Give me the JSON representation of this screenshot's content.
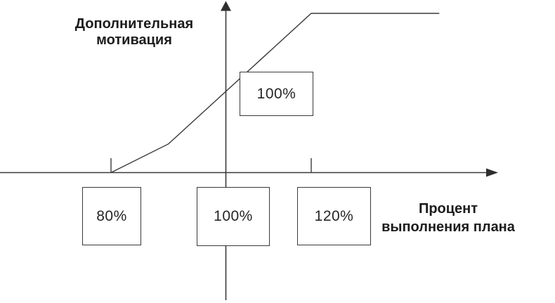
{
  "colors": {
    "line": "#3a3a3a",
    "text": "#1c1c1c",
    "box_border": "#3a3a3a",
    "box_fill": "#ffffff",
    "background": "#ffffff"
  },
  "axis_labels": {
    "y_line1": "Дополнительная",
    "y_line2": "мотивация",
    "x_line1": "Процент",
    "x_line2": "выполнения плана"
  },
  "chart_data": {
    "type": "line",
    "title": "",
    "xlabel": "Процент выполнения плана",
    "ylabel": "Дополнительная мотивация",
    "x_axis_callouts": [
      "80%",
      "100%",
      "120%"
    ],
    "y_value_callout": "100%",
    "x_tick_positions_pct": [
      80,
      120
    ],
    "series": [
      {
        "name": "Дополнительная мотивация",
        "points": [
          {
            "plan_pct": 80,
            "motivation_pct": 0
          },
          {
            "plan_pct": 90,
            "motivation_pct": 18
          },
          {
            "plan_pct": 120,
            "motivation_pct": 100
          },
          {
            "plan_pct": 150,
            "motivation_pct": 100
          }
        ]
      }
    ],
    "xlim_pct": [
      55,
      150
    ],
    "ylim_pct": [
      0,
      110
    ],
    "grid": false,
    "legend": false,
    "notes_visible_on_chart": "Кривая начинается на оси при 80%, растёт до максимума 100% дополнительной мотивации при 120% выполнения плана, далее горизонтальна"
  }
}
